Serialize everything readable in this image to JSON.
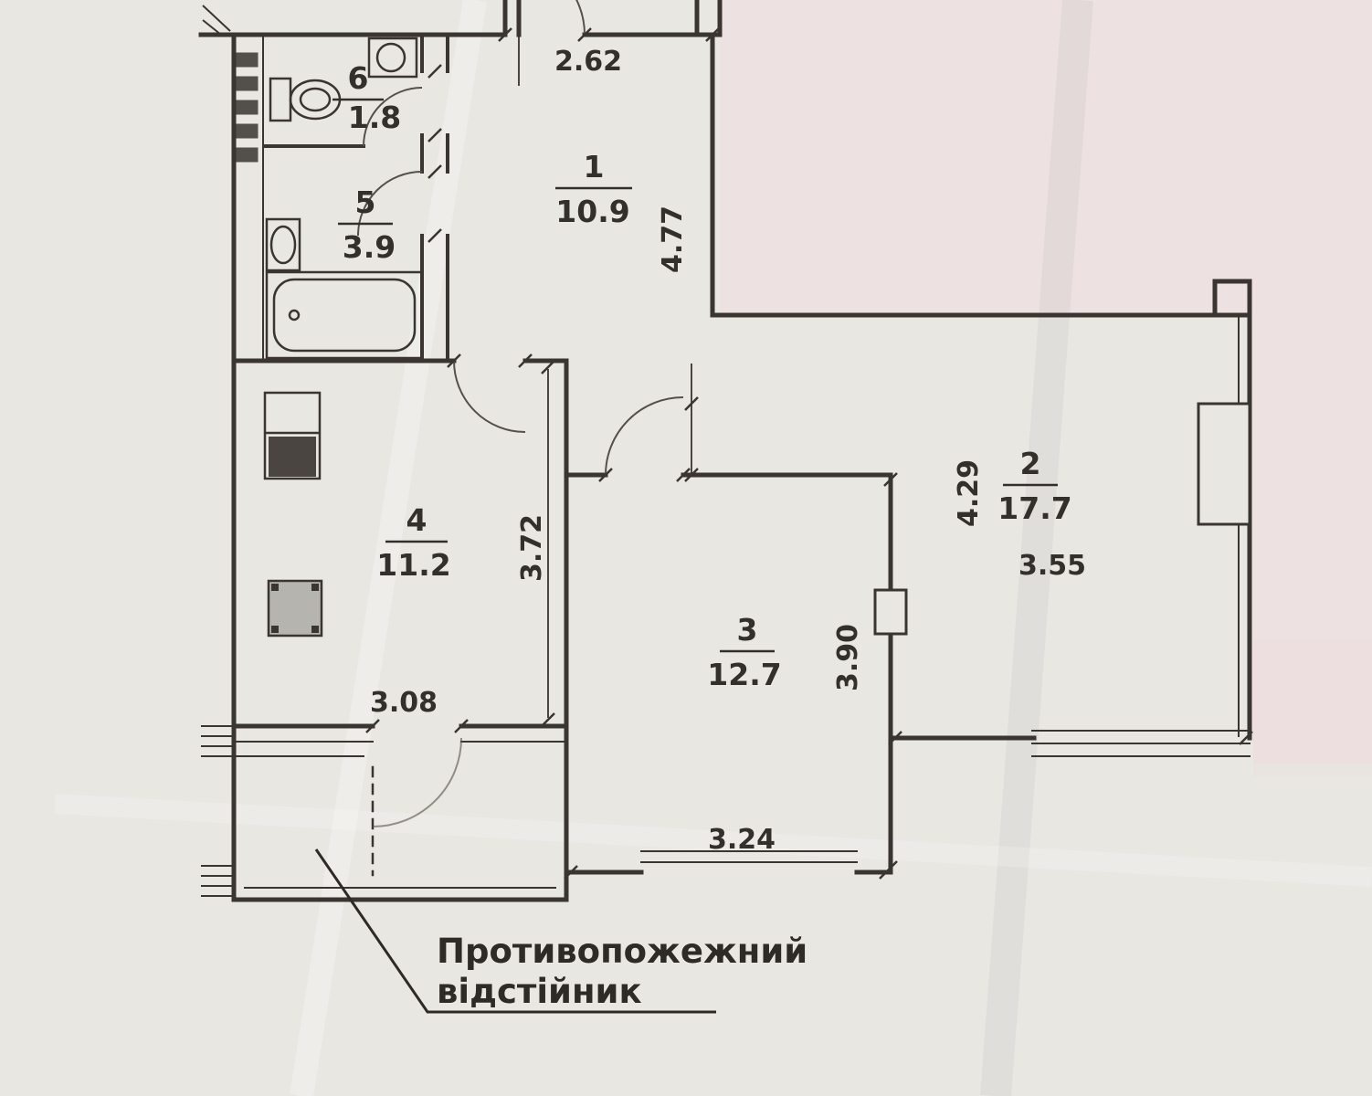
{
  "plan": {
    "rooms": [
      {
        "number": "1",
        "area": "10.9"
      },
      {
        "number": "2",
        "area": "17.7"
      },
      {
        "number": "3",
        "area": "12.7"
      },
      {
        "number": "4",
        "area": "11.2"
      },
      {
        "number": "5",
        "area": "3.9"
      },
      {
        "number": "6",
        "area": "1.8"
      }
    ],
    "dims": {
      "d262": "2.62",
      "d477": "4.77",
      "d372": "3.72",
      "d308": "3.08",
      "d429": "4.29",
      "d355": "3.55",
      "d390": "3.90",
      "d324": "3.24"
    },
    "note": {
      "line1": "Противопожежний",
      "line2": "відстійник"
    }
  },
  "colors": {
    "paper": "#e9e7e2",
    "pink_tint": "#f0dde0",
    "ink": "#3a3530"
  }
}
